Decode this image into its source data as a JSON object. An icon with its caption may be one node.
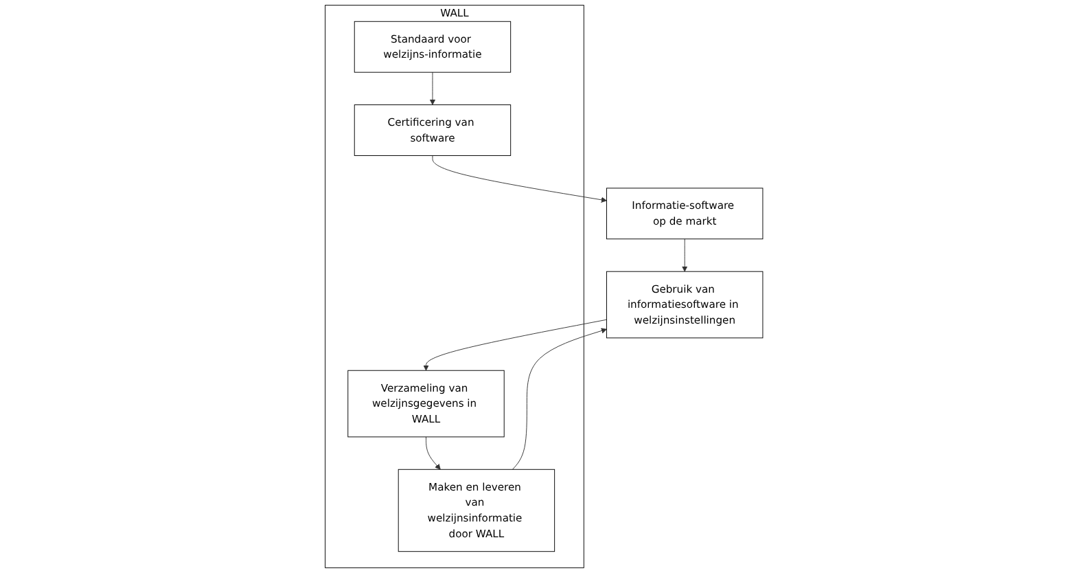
{
  "diagram": {
    "nodes": [
      {
        "text": [
          "Informatie-software op de markt"
        ]
      },
      {
        "text": [
          "Gebruik van informatiesoftware in welzijnsinstellingen"
        ]
      },
      {
        "text": [
          "WALL"
        ]
      },
      {
        "text": [
          "Certificering van software"
        ],
        "in": 2
      },
      {
        "text": [
          "Standaard voor welzijns-informatie"
        ],
        "in": 2
      },
      {
        "text": [
          "Maken en leveren van welzijnsinformatie door WALL"
        ],
        "in": 2
      },
      {
        "text": [
          "Verzameling van welzijnsgegevens in WALL"
        ],
        "in": 2
      }
    ],
    "edges": [
      {
        "from": 0,
        "to": 1,
        "arrow": "to"
      },
      {
        "from": 3,
        "to": 0,
        "arrow": "to"
      },
      {
        "from": 4,
        "to": 3,
        "arrow": "to"
      },
      {
        "from": 5,
        "to": 1,
        "arrow": "to"
      },
      {
        "from": 1,
        "to": 6,
        "arrow": "to"
      },
      {
        "from": 6,
        "to": 5,
        "arrow": "to"
      }
    ]
  }
}
